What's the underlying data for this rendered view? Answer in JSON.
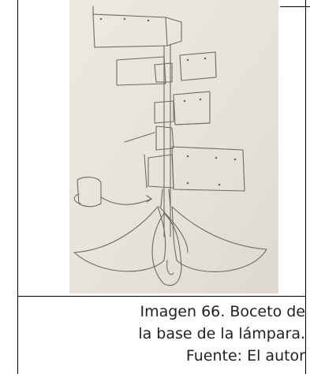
{
  "figure": {
    "caption_lines": [
      "Imagen 66. Boceto de",
      "la base de la lámpara.",
      "Fuente: El autor"
    ]
  },
  "photo": {
    "subject": "pencil sketch",
    "paper_color": "#e8e4dc",
    "pencil_color": "#6c6a66"
  }
}
